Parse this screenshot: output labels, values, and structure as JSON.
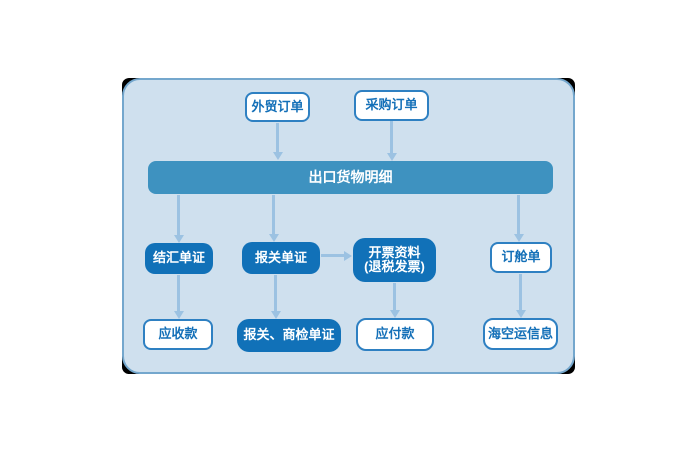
{
  "diagram": {
    "title": "export-trade-document-flow",
    "nodes": {
      "foreign_trade_order": {
        "label": "外贸订单"
      },
      "purchase_order": {
        "label": "采购订单"
      },
      "export_goods_detail": {
        "label": "出口货物明细"
      },
      "settlement_docs": {
        "label": "结汇单证"
      },
      "customs_docs": {
        "label": "报关单证"
      },
      "invoice_data": {
        "line1": "开票资料",
        "line2": "(退税发票)"
      },
      "booking_note": {
        "label": "订舱单"
      },
      "receivables": {
        "label": "应收款"
      },
      "customs_inspection_docs": {
        "label": "报关、商检单证"
      },
      "payables": {
        "label": "应付款"
      },
      "sea_air_freight_info": {
        "label": "海空运信息"
      }
    },
    "colors": {
      "panel_bg": "#cfe0ee",
      "panel_border": "#74a7cd",
      "bar_fill": "#3e92c0",
      "node_fill": "#1171b8",
      "outline_border": "#2e80c2",
      "outline_text": "#1470b8",
      "arrow": "#9cc2e2",
      "backdrop": "#000000"
    }
  }
}
